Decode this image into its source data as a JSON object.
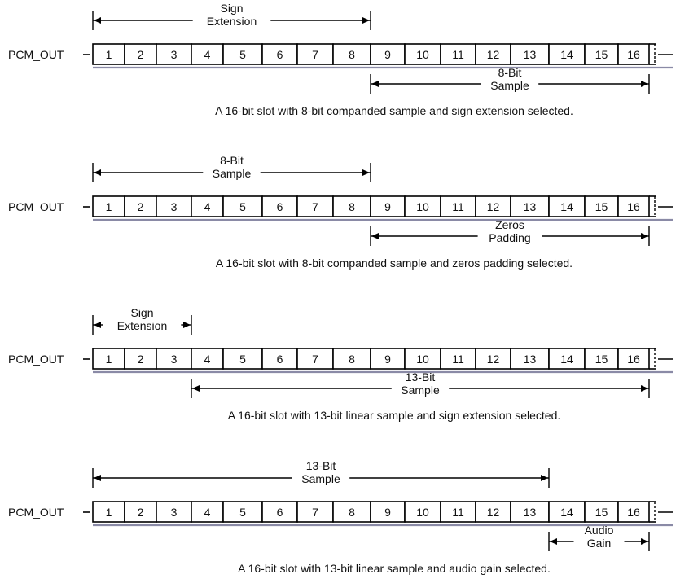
{
  "signal_label": "PCM_OUT",
  "bit_labels": [
    "1",
    "2",
    "3",
    "4",
    "5",
    "6",
    "7",
    "8",
    "9",
    "10",
    "11",
    "12",
    "13",
    "14",
    "15",
    "16"
  ],
  "panels": [
    {
      "upper_span": {
        "from_bit": 1,
        "to_bit": 8,
        "line1": "Sign",
        "line2": "Extension"
      },
      "lower_span": {
        "from_bit": 9,
        "to_bit": 16,
        "line1": "8-Bit",
        "line2": "Sample"
      },
      "caption": "A 16-bit slot with 8-bit companded sample and sign extension selected."
    },
    {
      "upper_span": {
        "from_bit": 1,
        "to_bit": 8,
        "line1": "8-Bit",
        "line2": "Sample"
      },
      "lower_span": {
        "from_bit": 9,
        "to_bit": 16,
        "line1": "Zeros",
        "line2": "Padding"
      },
      "caption": "A 16-bit slot with 8-bit companded sample and zeros padding selected."
    },
    {
      "upper_span": {
        "from_bit": 1,
        "to_bit": 3,
        "line1": "Sign",
        "line2": "Extension"
      },
      "lower_span": {
        "from_bit": 4,
        "to_bit": 16,
        "line1": "13-Bit",
        "line2": "Sample"
      },
      "caption": "A 16-bit slot with 13-bit linear sample and sign extension selected."
    },
    {
      "upper_span": {
        "from_bit": 1,
        "to_bit": 13,
        "line1": "13-Bit",
        "line2": "Sample"
      },
      "lower_span": {
        "from_bit": 14,
        "to_bit": 16,
        "line1": "Audio",
        "line2": "Gain"
      },
      "caption": "A 16-bit slot with 13-bit linear sample and audio gain selected."
    }
  ],
  "colors": {
    "line": "#000000",
    "baseline": "#8a8aa6",
    "text": "#111111"
  }
}
